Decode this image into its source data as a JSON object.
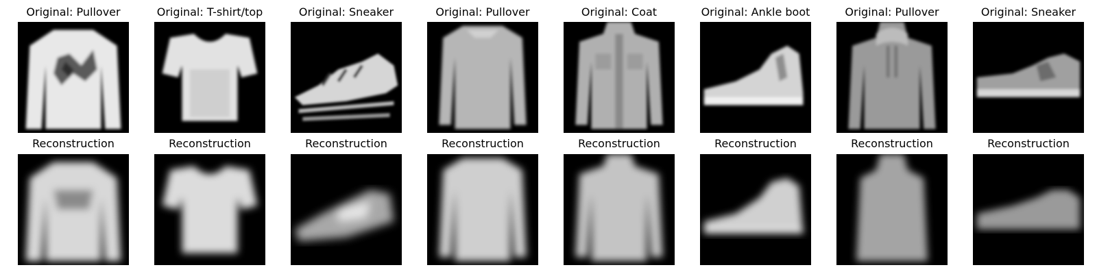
{
  "original_prefix": "Original: ",
  "reconstruction_label": "Reconstruction",
  "samples": [
    {
      "label": "Pullover",
      "shape": "pullover-pattern-icon"
    },
    {
      "label": "T-shirt/top",
      "shape": "tshirt-icon"
    },
    {
      "label": "Sneaker",
      "shape": "sneaker-sandal-icon"
    },
    {
      "label": "Pullover",
      "shape": "pullover-icon"
    },
    {
      "label": "Coat",
      "shape": "coat-icon"
    },
    {
      "label": "Ankle boot",
      "shape": "ankle-boot-icon"
    },
    {
      "label": "Pullover",
      "shape": "hoodie-icon"
    },
    {
      "label": "Sneaker",
      "shape": "sneaker-icon"
    }
  ],
  "colors": {
    "background": "#000000",
    "garment_light": "#e6e6e6",
    "garment_mid": "#b4b4b4",
    "garment_dark": "#7a7a7a"
  }
}
